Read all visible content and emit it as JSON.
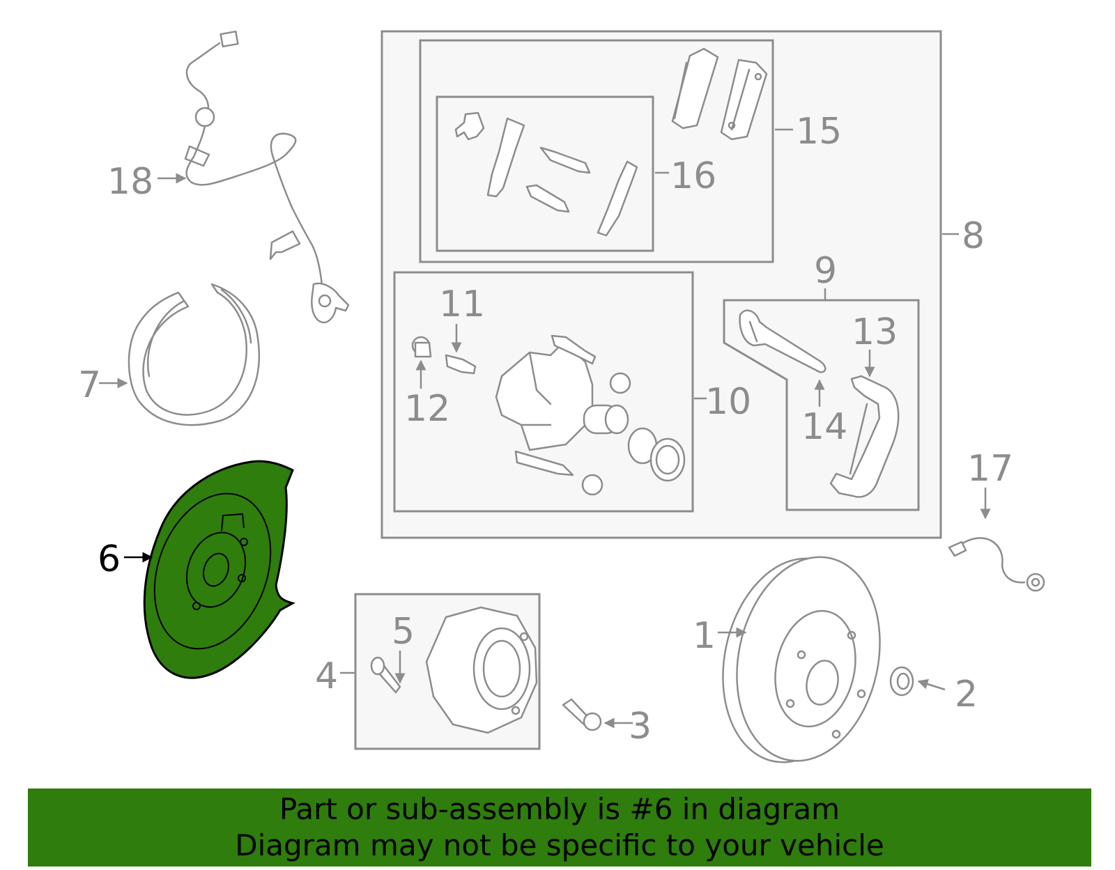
{
  "callouts": {
    "c1": "1",
    "c2": "2",
    "c3": "3",
    "c4": "4",
    "c5": "5",
    "c6": "6",
    "c7": "7",
    "c8": "8",
    "c9": "9",
    "c10": "10",
    "c11": "11",
    "c12": "12",
    "c13": "13",
    "c14": "14",
    "c15": "15",
    "c16": "16",
    "c17": "17",
    "c18": "18"
  },
  "highlighted_part": "6",
  "colors": {
    "highlight": "#2e7d0d",
    "line": "#8c8c8c",
    "box_fill": "#f7f7f7",
    "banner": "#2e7d0d"
  },
  "banner": {
    "line1": "Part or sub-assembly is #6 in diagram",
    "line2": "Diagram may not be specific to your vehicle"
  }
}
